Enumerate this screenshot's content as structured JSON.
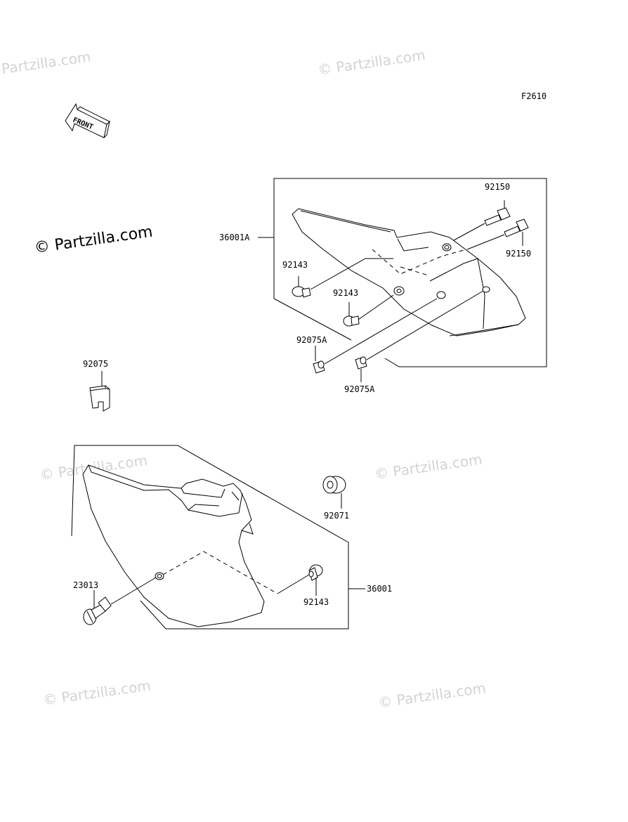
{
  "diagram_code": "F2610",
  "front_arrow_label": "FRONT",
  "watermark_text": "© Partzilla.com",
  "parts": {
    "upper_cover": "36001A",
    "bolt_upper": "92150",
    "bolt_lower": "92150",
    "grommet_upper": "92143",
    "grommet_mid": "92143",
    "collar_left": "92075A",
    "collar_right": "92075A",
    "clip": "92075",
    "grommet_large": "92071",
    "lower_cover": "36001",
    "grommet_lower": "92143",
    "quick_screw": "23013"
  }
}
